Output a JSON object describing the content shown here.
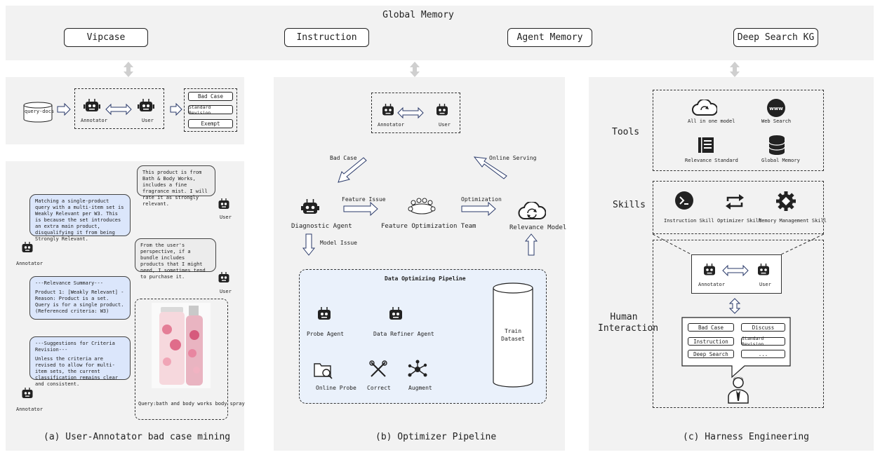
{
  "global_memory": {
    "title": "Global Memory",
    "items": [
      "Vipcase",
      "Instruction",
      "Agent Memory",
      "Deep Search KG"
    ]
  },
  "panel_a": {
    "query_docs": "query-docs",
    "annotator": "Annotator",
    "user": "User",
    "options": [
      "Bad Case",
      "Standard Revision",
      "Exempt"
    ],
    "bubbles": [
      {
        "role": "User",
        "text": "This product is from Bath & Body Works, includes a fine fragrance mist. I will rate it as strongly relevant."
      },
      {
        "role": "Annotator",
        "text": "Matching a single-product query with a multi-item set is Weakly Relevant per W3. This is because the set introduces an extra main product, disqualifying it from being Strongly Relevant."
      },
      {
        "role": "User",
        "text": "From the user's perspective, if a bundle includes products that I might need, I sometimes tend to purchase it."
      },
      {
        "role": "Annotator",
        "heading": "---Relevance Summary---",
        "text": "Product 1: [Weakly Relevant] - Reason: Product is a set. Query is for a single product. (Referenced criteria: W3)"
      },
      {
        "role": "Annotator",
        "heading": "---Suggestions for Criteria Revision---",
        "text": "Unless the criteria are revised to allow for multi-item sets, the current classification remains clear and consistent."
      }
    ],
    "query_caption": "Query:bath and body works body spray",
    "caption": "(a) User-Annotator bad case mining"
  },
  "panel_b": {
    "annotator": "Annotator",
    "user": "User",
    "bad_case": "Bad Case",
    "online_serving": "Online Serving",
    "diagnostic_agent": "Diagnostic Agent",
    "feature_issue": "Feature Issue",
    "feature_team": "Feature Optimization Team",
    "optimization": "Optimization",
    "relevance_model": "Relevance Model",
    "model_issue": "Model Issue",
    "pipeline_title": "Data Optimizing Pipeline",
    "probe_agent": "Probe Agent",
    "data_refiner": "Data Refiner Agent",
    "online_probe": "Online Probe",
    "correct": "Correct",
    "augment": "Augment",
    "train_dataset": "Train Dataset",
    "caption": "(b) Optimizer Pipeline"
  },
  "panel_c": {
    "tools_label": "Tools",
    "tools": [
      "All in one model",
      "Web Search",
      "Relevance Standard",
      "Global Memory"
    ],
    "skills_label": "Skills",
    "skills": [
      "Instruction Skill",
      "Optimizer Skill",
      "Memory Management Skill"
    ],
    "annotator": "Annotator",
    "user": "User",
    "human_label": "Human Interaction",
    "options": [
      "Bad Case",
      "Discuss",
      "Instruction",
      "Standard Revision",
      "Deep Search",
      "..."
    ],
    "caption": "(c) Harness Engineering"
  }
}
